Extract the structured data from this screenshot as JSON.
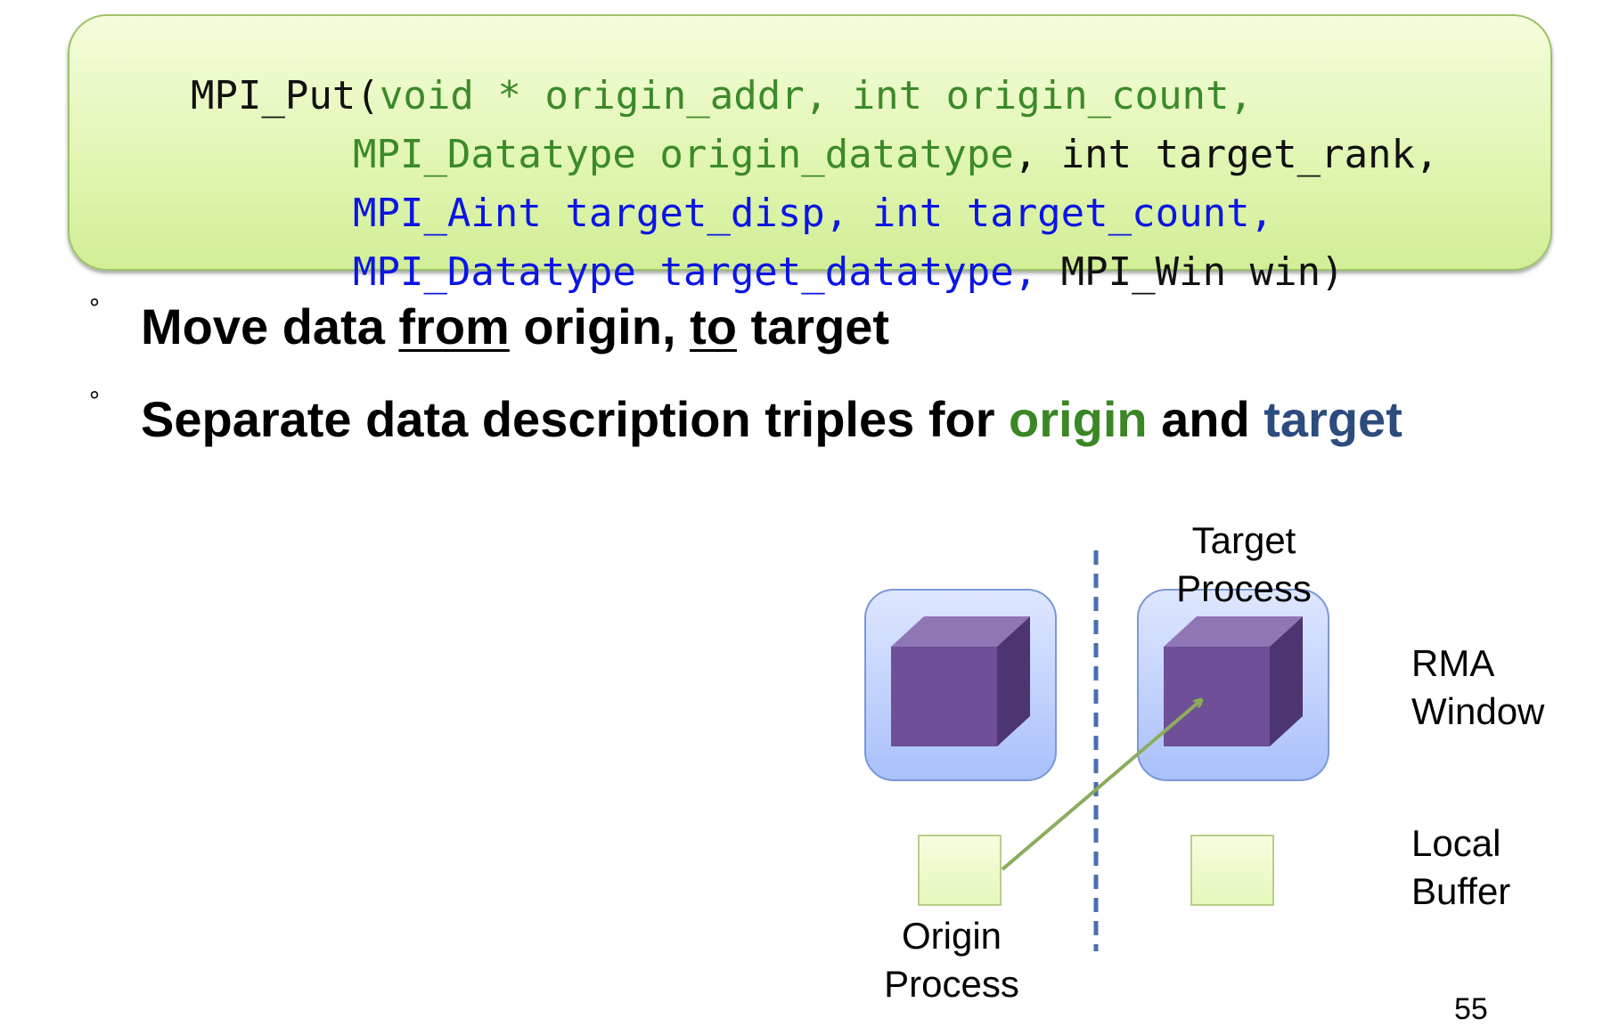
{
  "code": {
    "line1": {
      "t1": "MPI_Put(",
      "t2": "void * origin_addr, int origin_count,"
    },
    "line2": {
      "t1": "MPI_Datatype origin_datatype",
      "t2": ", int target_rank,"
    },
    "line3": {
      "t1": "MPI_Aint target_disp, int target_count,"
    },
    "line4": {
      "t1": "MPI_Datatype target_datatype,",
      "t2": " MPI_Win win)"
    }
  },
  "bullets": {
    "b1": {
      "a": "Move data ",
      "from": "from",
      "b": " origin, ",
      "to": "to",
      "c": " target"
    },
    "b2": {
      "a": "Separate data description triples for ",
      "origin": "origin",
      "b": " and ",
      "target": "target"
    },
    "marker": "°"
  },
  "diagram": {
    "target_label": [
      "Target",
      "Process"
    ],
    "origin_label": [
      "Origin",
      "Process"
    ],
    "rma_label": [
      "RMA",
      "Window"
    ],
    "buffer_label": [
      "Local",
      "Buffer"
    ],
    "colors": {
      "window_fill": "#c3d4ff",
      "cube_front": "#6f4f98",
      "buffer_fill": "#eefbcf",
      "arrow": "#8cad5c",
      "divider": "#4a6fae"
    }
  },
  "page_number": "55"
}
